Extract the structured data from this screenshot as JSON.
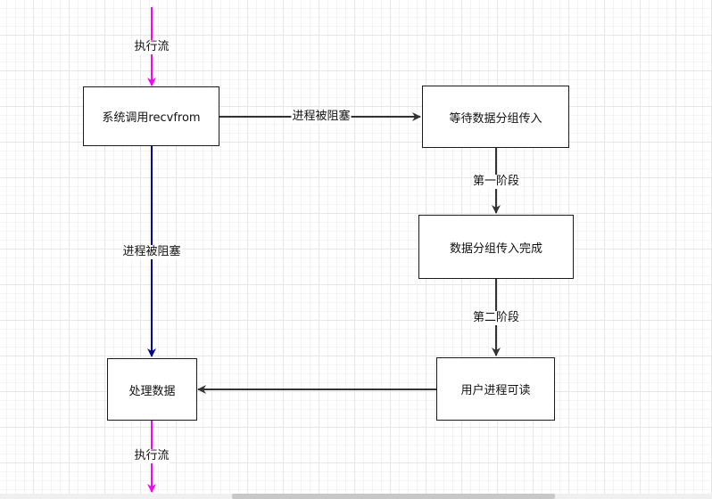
{
  "nodes": {
    "recvfrom": "系统调用recvfrom",
    "wait": "等待数据分组传入",
    "done": "数据分组传入完成",
    "readable": "用户进程可读",
    "process": "处理数据"
  },
  "edges": {
    "flow_in": "执行流",
    "blocked_top": "进程被阻塞",
    "phase1": "第一阶段",
    "phase2": "第二阶段",
    "blocked_left": "进程被阻塞",
    "flow_out": "执行流"
  },
  "colors": {
    "flow": "#ff00ff",
    "blocked_vertical": "#000099",
    "line": "#333333",
    "node_border": "#1a1a1a"
  }
}
